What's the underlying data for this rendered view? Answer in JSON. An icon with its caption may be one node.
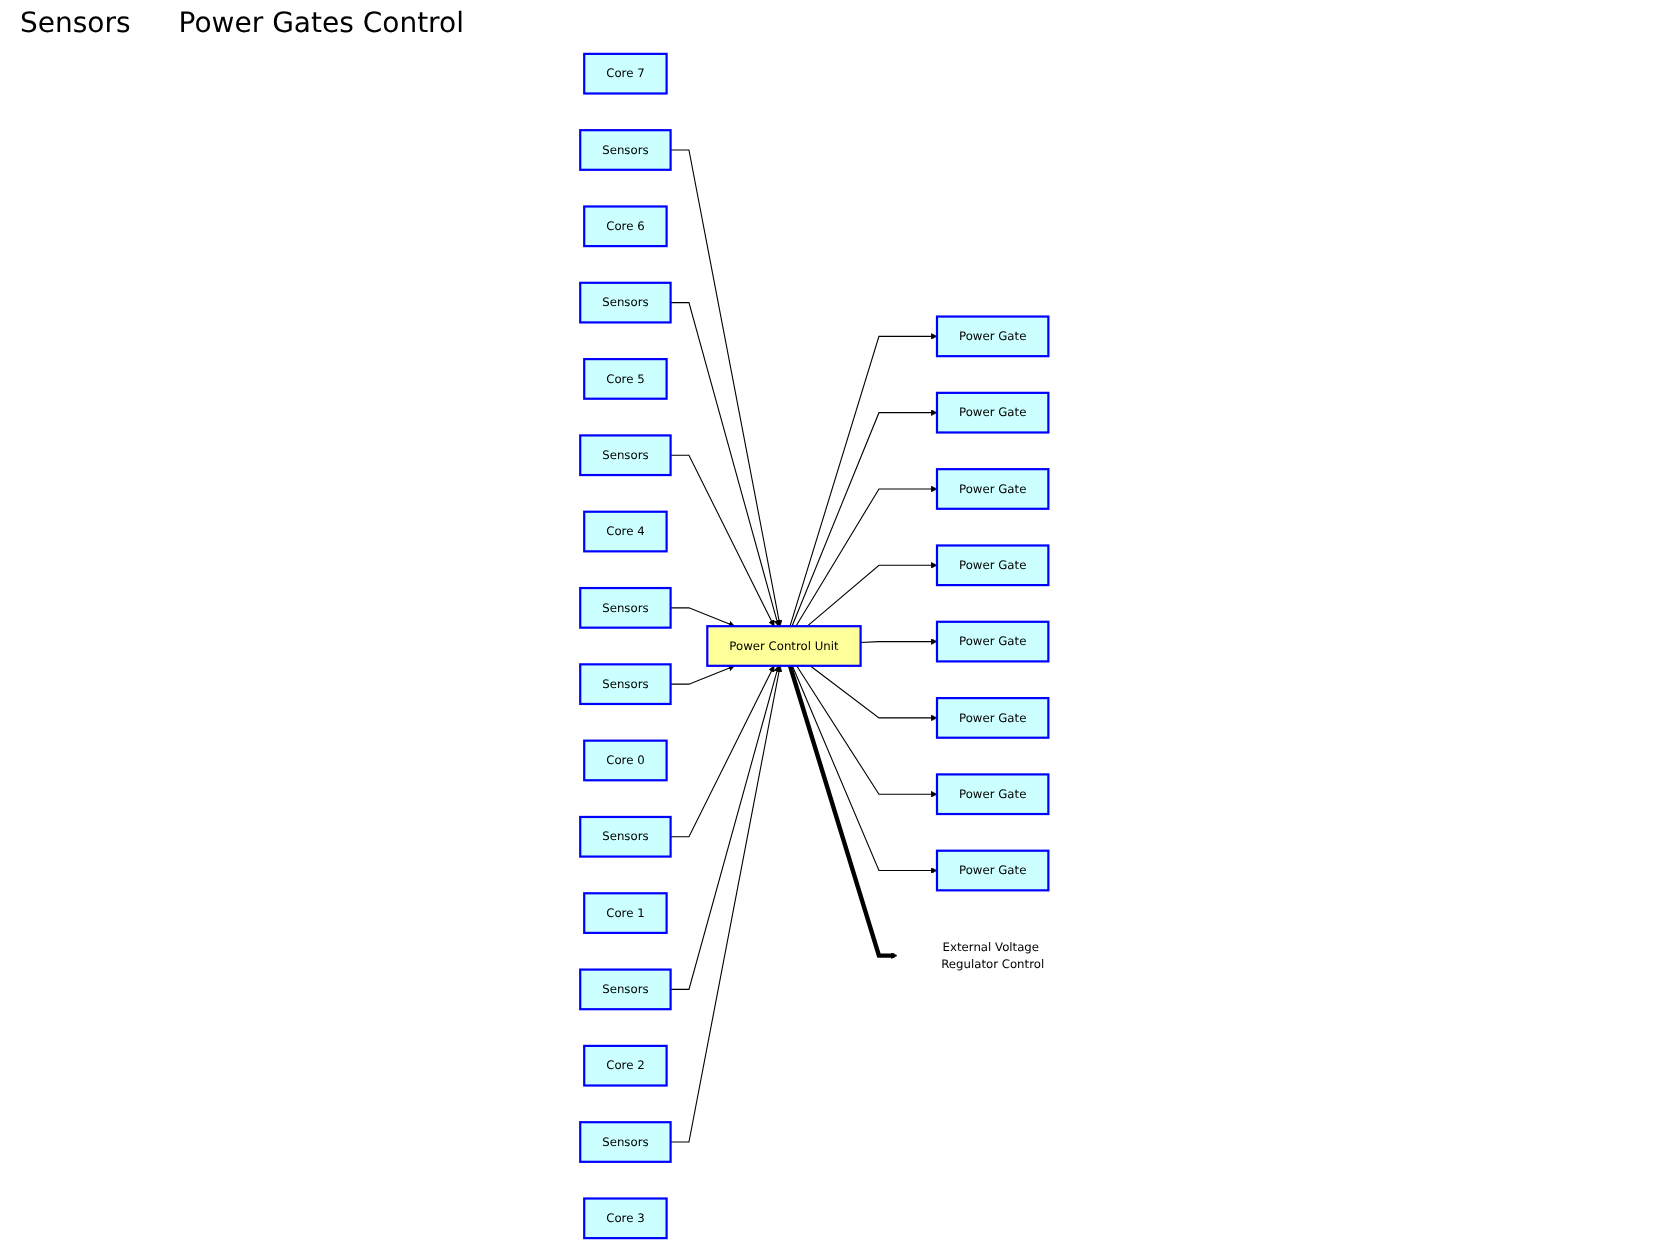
{
  "diagram": {
    "nodes": [
      {
        "text": [
          "Core 7"
        ]
      },
      {
        "text": [
          "Sensors"
        ]
      },
      {
        "text": [
          "Power Gate"
        ]
      },
      {
        "text": [
          "Core 6"
        ]
      },
      {
        "text": [
          "Sensors"
        ]
      },
      {
        "text": [
          "Power Gate"
        ]
      },
      {
        "text": [
          "Core 5"
        ]
      },
      {
        "text": [
          "Sensors"
        ]
      },
      {
        "text": [
          "Power Gate"
        ]
      },
      {
        "text": [
          "Core 4"
        ]
      },
      {
        "text": [
          "Sensors"
        ]
      },
      {
        "text": [
          "Power Gate"
        ]
      },
      {
        "text": [
          "Power Control Unit"
        ]
      },
      {
        "text": [
          "External Voltage Regulator Control"
        ]
      },
      {
        "text": [
          "Sensors"
        ]
      },
      {
        "text": [
          "Core 0"
        ]
      },
      {
        "text": [
          "Power Gate"
        ]
      },
      {
        "text": [
          "Sensors"
        ]
      },
      {
        "text": [
          "Core 1"
        ]
      },
      {
        "text": [
          "Power Gate"
        ]
      },
      {
        "text": [
          "Sensors"
        ]
      },
      {
        "text": [
          "Core 2"
        ]
      },
      {
        "text": [
          "Power Gate"
        ]
      },
      {
        "text": [
          "Sensors"
        ]
      },
      {
        "text": [
          "Core 3"
        ]
      },
      {
        "text": [
          "Power Gate"
        ]
      }
    ],
    "edges": [
      {
        "from": 1,
        "to": 12,
        "arrow": "to"
      },
      {
        "from": 4,
        "to": 12,
        "arrow": "to"
      },
      {
        "from": 7,
        "to": 12,
        "arrow": "to"
      },
      {
        "from": 10,
        "to": 12,
        "arrow": "to"
      },
      {
        "from": 14,
        "to": 12,
        "arrow": "to"
      },
      {
        "from": 17,
        "to": 12,
        "arrow": "to"
      },
      {
        "from": 20,
        "to": 12,
        "arrow": "to"
      },
      {
        "from": 23,
        "to": 12,
        "arrow": "to"
      },
      {
        "from": 12,
        "to": 2,
        "arrow": "to"
      },
      {
        "from": 12,
        "to": 5,
        "arrow": "to"
      },
      {
        "from": 12,
        "to": 8,
        "arrow": "to"
      },
      {
        "from": 12,
        "to": 11,
        "arrow": "to"
      },
      {
        "from": 12,
        "to": 16,
        "arrow": "to"
      },
      {
        "from": 12,
        "to": 19,
        "arrow": "to"
      },
      {
        "from": 12,
        "to": 22,
        "arrow": "to"
      },
      {
        "from": 12,
        "to": 25,
        "arrow": "to"
      },
      {
        "from": 12,
        "to": 13,
        "arrow": "to",
        "style": "thick"
      }
    ],
    "labels": [
      "Sensors",
      "Power Gates Control"
    ]
  }
}
